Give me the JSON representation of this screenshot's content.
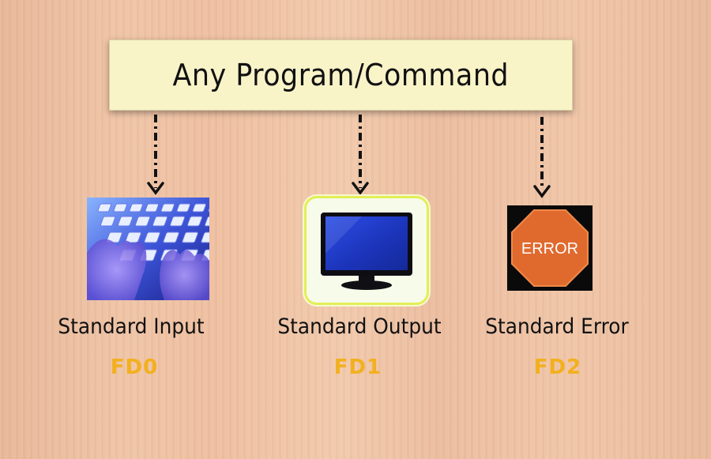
{
  "title": "Any Program/Command",
  "streams": [
    {
      "label": "Standard Input",
      "fd": "FD0",
      "icon": "keyboard-icon"
    },
    {
      "label": "Standard Output",
      "fd": "FD1",
      "icon": "monitor-icon"
    },
    {
      "label": "Standard Error",
      "fd": "FD2",
      "icon": "error-stop-sign-icon",
      "sign_text": "ERROR"
    }
  ],
  "colors": {
    "title_box": "#f9f3c8",
    "fd_text": "#f2b01e",
    "stop_sign": "#e06a2e",
    "monitor_screen": "#1e3fc8"
  }
}
